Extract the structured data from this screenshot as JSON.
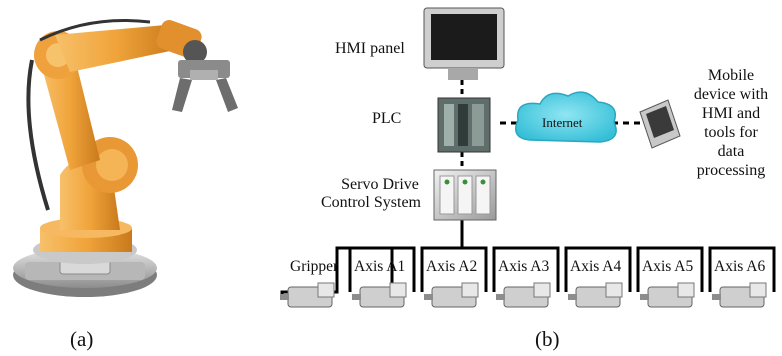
{
  "captions": {
    "a": "(a)",
    "b": "(b)"
  },
  "labels": {
    "hmi": "HMI panel",
    "plc": "PLC",
    "internet": "Internet",
    "servo_line1": "Servo Drive",
    "servo_line2": "Control System",
    "mobile": [
      "Mobile",
      "device with",
      "HMI and",
      "tools for",
      "data",
      "processing"
    ]
  },
  "bus_nodes": [
    "Gripper",
    "Axis A1",
    "Axis A2",
    "Axis A3",
    "Axis A4",
    "Axis A5",
    "Axis A6"
  ],
  "colors": {
    "robot_orange": "#f0a43a",
    "cloud_fill": "#5fd3e6",
    "line": "#000000"
  }
}
